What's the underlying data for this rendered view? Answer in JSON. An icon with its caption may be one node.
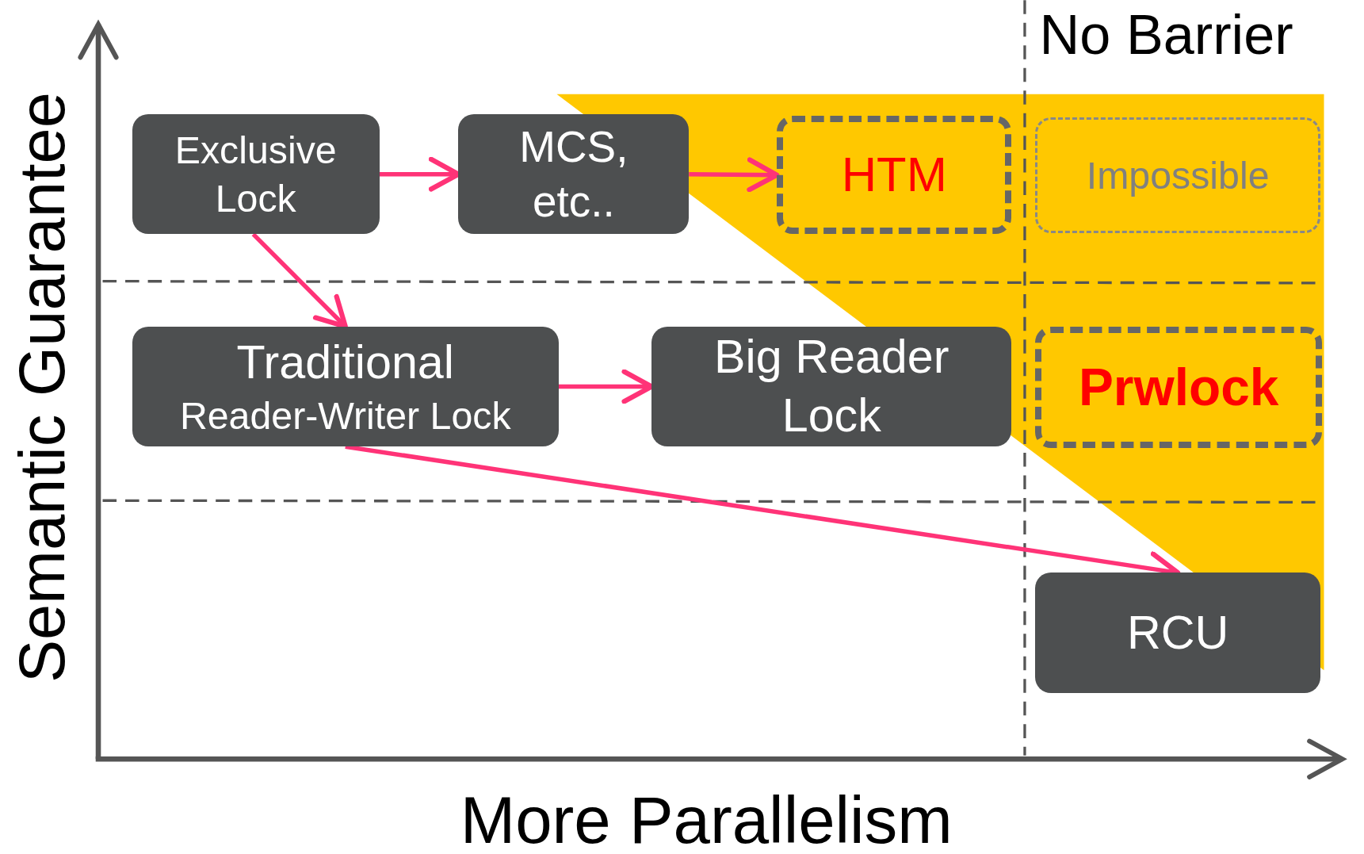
{
  "diagram": {
    "nodes": [
      {
        "text": [
          "Exclusive Lock"
        ]
      },
      {
        "text": [
          "MCS, etc.."
        ]
      },
      {
        "text": [
          "HTM"
        ]
      },
      {
        "text": [
          "Impossible"
        ]
      },
      {
        "text": [
          "Traditional",
          "Reader-Writer Lock"
        ]
      },
      {
        "text": [
          "Big Reader Lock"
        ]
      },
      {
        "text": [
          "Prwlock"
        ]
      },
      {
        "text": [
          "RCU"
        ]
      }
    ],
    "edges": [
      {
        "from": 0,
        "to": 1,
        "arrow": "to"
      },
      {
        "from": 1,
        "to": 2,
        "arrow": "to"
      },
      {
        "from": 0,
        "to": 4,
        "arrow": "to"
      },
      {
        "from": 4,
        "to": 5,
        "arrow": "to"
      },
      {
        "from": 4,
        "to": 7,
        "arrow": "to"
      }
    ],
    "labels": [
      "No Barrier",
      "Semantic Guarantee",
      "More Parallelism"
    ]
  }
}
